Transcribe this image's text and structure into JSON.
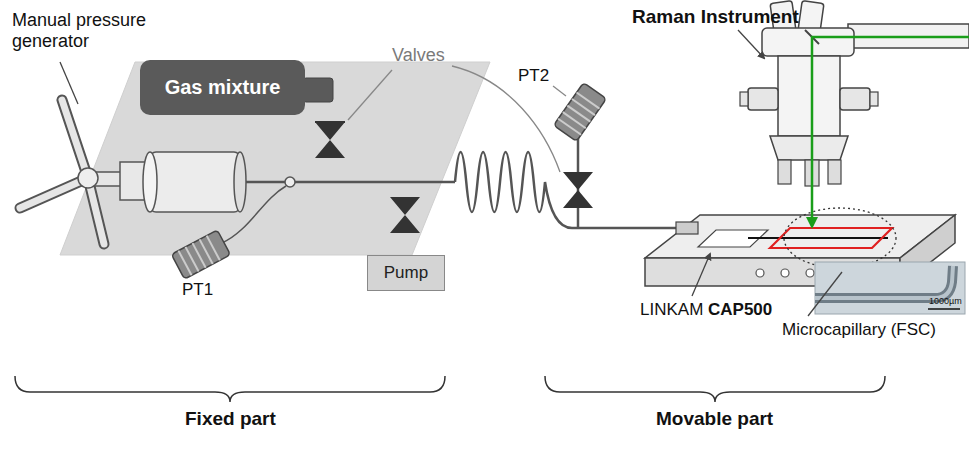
{
  "diagram": {
    "nodes": [
      {
        "text": [
          "Gas mixture"
        ]
      },
      {
        "text": [
          "Pump"
        ]
      }
    ],
    "edges": [
      {
        "from": 0,
        "to": 1,
        "arrow": "none"
      }
    ],
    "labels": [
      "Manual pressure generator",
      "PT1",
      "Valves",
      "PT2",
      "Raman Instrument",
      "LINKAM",
      "CAP500",
      "Microcapillary (FSC)",
      "1000µm",
      "Fixed part",
      "Movable part"
    ]
  }
}
